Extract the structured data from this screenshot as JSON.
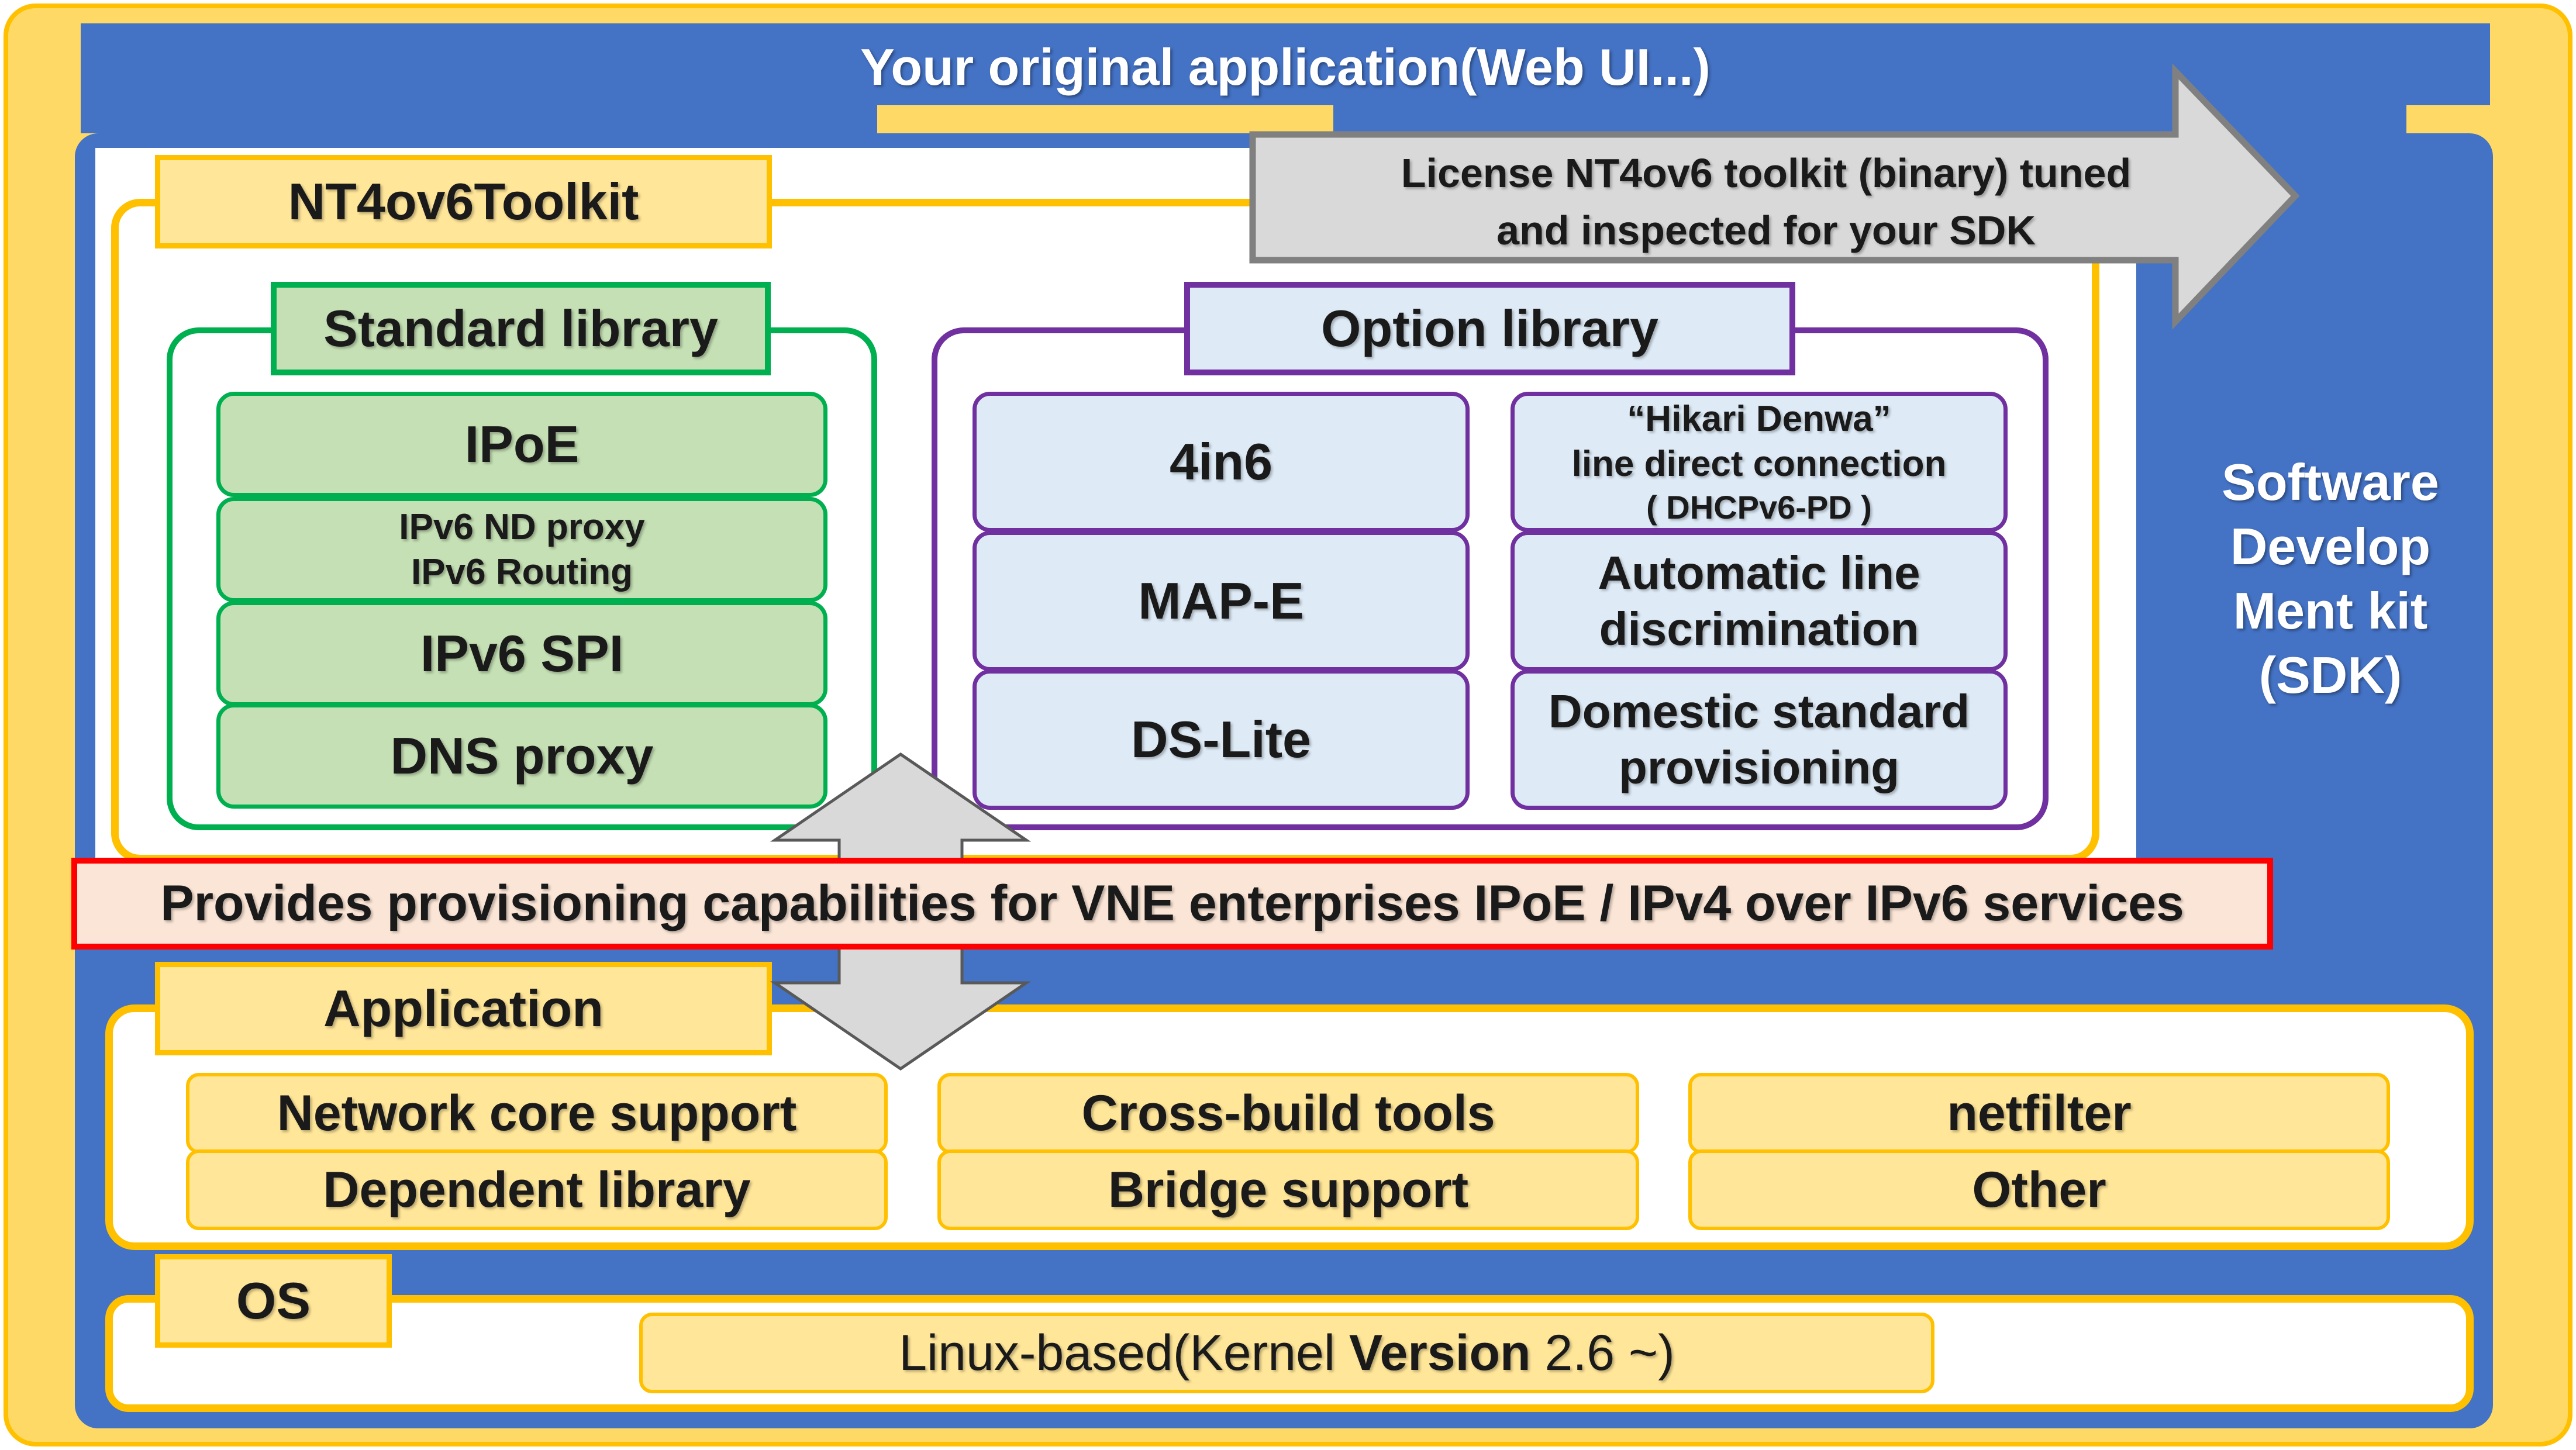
{
  "top_banner": {
    "text": "Your original application(Web UI...)"
  },
  "toolkit": {
    "title": "NT4ov6Toolkit",
    "license_arrow": {
      "line1": "License NT4ov6 toolkit (binary) tuned",
      "line2": "and inspected for your SDK"
    },
    "standard_library": {
      "title": "Standard library",
      "items": [
        {
          "line1": "IPoE"
        },
        {
          "line1": "IPv6 ND proxy",
          "line2": "IPv6 Routing"
        },
        {
          "line1": "IPv6 SPI"
        },
        {
          "line1": "DNS proxy"
        }
      ]
    },
    "option_library": {
      "title": "Option library",
      "left_items": [
        {
          "line1": "4in6"
        },
        {
          "line1": "MAP-E"
        },
        {
          "line1": "DS-Lite"
        }
      ],
      "right_items": [
        {
          "line1": "“Hikari Denwa”",
          "line2": "line direct connection",
          "line3": "( DHCPv6-PD )"
        },
        {
          "line1": "Automatic line",
          "line2": "discrimination"
        },
        {
          "line1": "Domestic standard",
          "line2": "provisioning"
        }
      ]
    }
  },
  "sdk_label": {
    "line1": "Software",
    "line2": "Develop",
    "line3": "Ment kit",
    "line4": "(SDK)"
  },
  "provisioning_banner": {
    "text": "Provides provisioning capabilities for VNE enterprises IPoE / IPv4 over IPv6 services"
  },
  "application": {
    "title": "Application",
    "items": [
      "Network core support",
      "Cross-build tools",
      "netfilter",
      "Dependent library",
      "Bridge support",
      "Other"
    ]
  },
  "os": {
    "title": "OS",
    "item": {
      "prefix": "Linux-based(Kernel ",
      "bold": "Version",
      "suffix": " 2.6 ~)"
    }
  },
  "colors": {
    "outer_yellow": "#ffd966",
    "outer_border": "#ffc000",
    "sdk_blue": "#4472c4",
    "standard_green": "#00b050",
    "standard_fill": "#c5e0b4",
    "option_purple": "#7030a0",
    "option_fill": "#deebf7",
    "app_fill": "#ffe699",
    "banner_red": "#ff0000",
    "banner_fill": "#fbe5d6",
    "arrow_gray": "#d9d9d9"
  }
}
